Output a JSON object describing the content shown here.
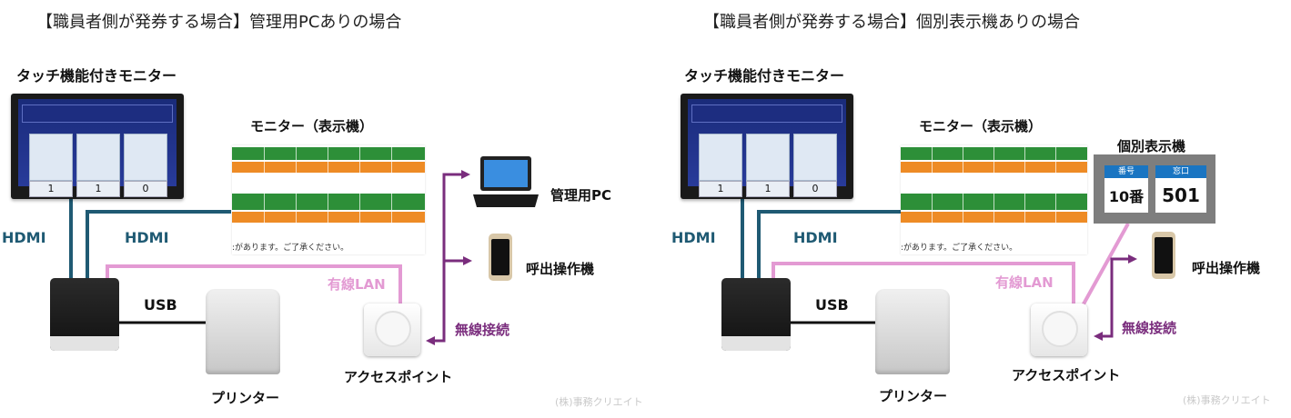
{
  "left": {
    "title": "【職員者側が発券する場合】管理用PCありの場合",
    "monitor_label": "タッチ機能付きモニター",
    "display_label": "モニター（表示機）",
    "monitor_counts": [
      "1",
      "1",
      "0"
    ],
    "display_footer": ":があります。ご了承ください。",
    "hdmi_1": "HDMI",
    "hdmi_2": "HDMI",
    "usb": "USB",
    "wired_lan": "有線LAN",
    "wireless": "無線接続",
    "pc_label": "管理用PC",
    "caller_label": "呼出操作機",
    "ap_label": "アクセスポイント",
    "printer_label": "プリンター",
    "watermark": "(株)事務クリエイト"
  },
  "right": {
    "title": "【職員者側が発券する場合】個別表示機ありの場合",
    "monitor_label": "タッチ機能付きモニター",
    "display_label": "モニター（表示機）",
    "monitor_counts": [
      "1",
      "1",
      "0"
    ],
    "display_footer": ":があります。ご了承ください。",
    "individual_label": "個別表示機",
    "individual_head_1": "番号",
    "individual_head_2": "窓口",
    "individual_val_1": "10番",
    "individual_val_2": "501",
    "hdmi_1": "HDMI",
    "hdmi_2": "HDMI",
    "usb": "USB",
    "wired_lan": "有線LAN",
    "wireless": "無線接続",
    "caller_label": "呼出操作機",
    "ap_label": "アクセスポイント",
    "printer_label": "プリンター",
    "watermark": "(株)事務クリエイト"
  },
  "colors": {
    "hdmi_cable": "#1f5a73",
    "lan_cable": "#e39ad3",
    "wireless_arrow": "#7a2d7d",
    "display_green": "#2d8f38",
    "display_orange": "#ee8b25",
    "individual_head": "#1a75c2"
  },
  "icons": [
    "touch-monitor-icon",
    "display-board-icon",
    "mini-pc-icon",
    "printer-icon",
    "access-point-icon",
    "laptop-icon",
    "smartphone-icon",
    "individual-display-icon"
  ]
}
